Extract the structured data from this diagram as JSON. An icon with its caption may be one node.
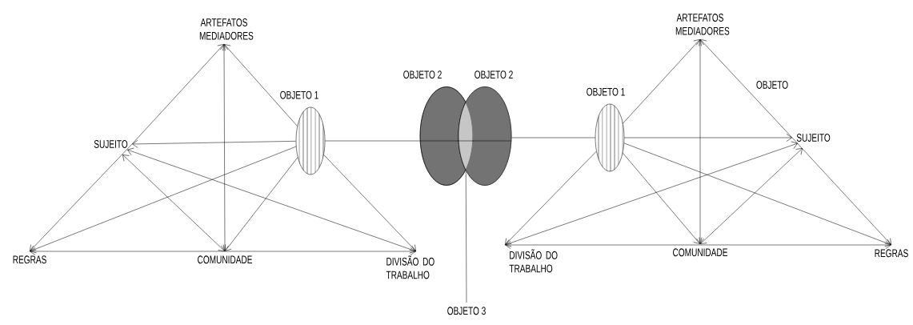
{
  "diagram": {
    "nodes": [
      {
        "text": [
          "ARTEFATOS MEDIADORES"
        ]
      },
      {
        "text": [
          "SUJEITO"
        ]
      },
      {
        "text": [
          "REGRAS"
        ]
      },
      {
        "text": [
          "COMUNIDADE"
        ]
      },
      {
        "text": [
          "DIVISÃO DO TRABALHO"
        ]
      },
      {
        "text": [
          "OBJETO 1"
        ]
      },
      {
        "text": [
          "OBJETO 2"
        ]
      },
      {
        "text": [
          "OBJETO 2"
        ]
      },
      {
        "text": [],
        "shape": "ellipse"
      },
      {
        "text": [
          "OBJETO 3"
        ]
      },
      {
        "text": [
          "OBJETO 1"
        ]
      },
      {
        "text": [
          "ARTEFATOS MEDIADORES"
        ]
      },
      {
        "text": [
          "SUJEITO"
        ]
      },
      {
        "text": [
          "REGRAS"
        ]
      },
      {
        "text": [
          "COMUNIDADE"
        ]
      },
      {
        "text": [
          "DIVISÃO DO TRABALHO"
        ]
      }
    ],
    "edges": [
      {
        "from": 5,
        "to": 0,
        "arrow": "to"
      },
      {
        "from": 5,
        "to": 4,
        "arrow": "to"
      },
      {
        "from": 1,
        "to": 0,
        "arrow": "to"
      },
      {
        "from": 1,
        "to": 2,
        "arrow": "to"
      },
      {
        "from": 0,
        "to": 3,
        "arrow": "both"
      },
      {
        "from": 5,
        "to": 1,
        "arrow": "to"
      },
      {
        "from": 1,
        "to": 4,
        "arrow": "both"
      },
      {
        "from": 1,
        "to": 3,
        "arrow": "both"
      },
      {
        "from": 5,
        "to": 2,
        "arrow": "to"
      },
      {
        "from": 2,
        "to": 4,
        "arrow": "both"
      },
      {
        "from": 5,
        "to": 3,
        "arrow": "to"
      },
      {
        "from": 5,
        "to": 6,
        "arrow": "none"
      },
      {
        "from": 7,
        "to": 10,
        "arrow": "none"
      },
      {
        "from": 9,
        "to": 8,
        "arrow": "none"
      },
      {
        "from": 10,
        "to": 11,
        "arrow": "to"
      },
      {
        "from": 10,
        "to": 15,
        "arrow": "to"
      },
      {
        "from": 12,
        "to": 11,
        "arrow": "to"
      },
      {
        "from": 12,
        "to": 13,
        "arrow": "to"
      },
      {
        "from": 11,
        "to": 14,
        "arrow": "both"
      },
      {
        "from": 10,
        "to": 12,
        "arrow": "to"
      },
      {
        "from": 15,
        "to": 12,
        "arrow": "both"
      },
      {
        "from": 14,
        "to": 12,
        "arrow": "both"
      },
      {
        "from": 10,
        "to": 13,
        "arrow": "to"
      },
      {
        "from": 15,
        "to": 13,
        "arrow": "both"
      },
      {
        "from": 10,
        "to": 14,
        "arrow": "to"
      }
    ],
    "labels": [
      "OBJETO"
    ]
  }
}
